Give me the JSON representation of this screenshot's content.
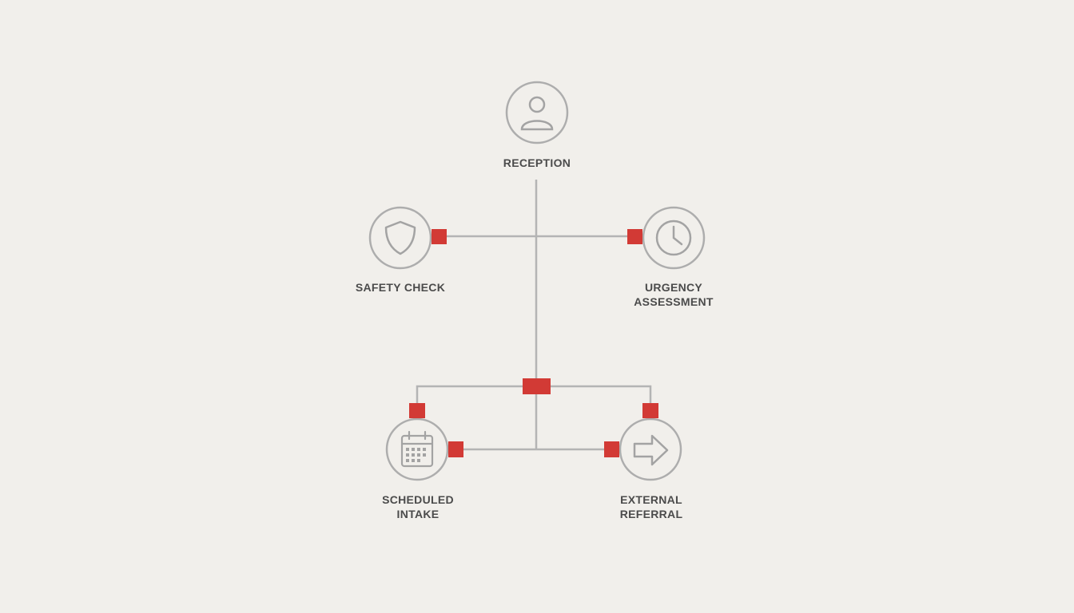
{
  "diagram": {
    "colors": {
      "background": "#f1efeb",
      "line": "#b4b4b4",
      "node_stroke": "#adadad",
      "icon": "#a3a3a3",
      "connector": "#d23a35",
      "text": "#4b4b4b"
    },
    "nodes": {
      "reception": {
        "label": "RECEPTION",
        "icon": "person-icon"
      },
      "safety": {
        "label": "SAFETY CHECK",
        "icon": "shield-icon"
      },
      "urgency": {
        "line1": "URGENCY",
        "line2": "ASSESSMENT",
        "icon": "clock-icon"
      },
      "intake": {
        "line1": "SCHEDULED",
        "line2": "INTAKE",
        "icon": "calendar-icon"
      },
      "referral": {
        "line1": "EXTERNAL",
        "line2": "REFERRAL",
        "icon": "arrow-right-icon"
      }
    }
  }
}
